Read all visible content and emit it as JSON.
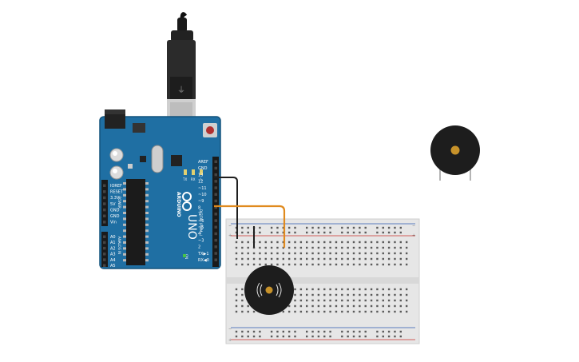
{
  "colors": {
    "board": "#1f6fa3",
    "board_dark": "#14547d",
    "breadboard": "#e6e6e6",
    "rail_red": "#c8302a",
    "rail_blue": "#2a58b0",
    "wire_orange": "#e08a1e",
    "wire_black": "#1f1f1f",
    "buzzer_body": "#1d1d1d",
    "buzzer_center": "#c7922a"
  },
  "arduino": {
    "brand": "ARDUINO",
    "model": "UNO",
    "power_header_labels": [
      "IOREF",
      "RESET",
      "3.3V",
      "5V",
      "GND",
      "GND",
      "Vin"
    ],
    "power_section_label": "POWER",
    "analog_header_labels": [
      "A0",
      "A1",
      "A2",
      "A3",
      "A4",
      "A5"
    ],
    "analog_section_label": "ANALOG IN",
    "digital_header_labels": [
      "AREF",
      "GND",
      "13",
      "12",
      "~11",
      "~10",
      "~9",
      "8",
      "7",
      "~6",
      "~5",
      "4",
      "~3",
      "2",
      "TX▶1",
      "RX◀0"
    ],
    "digital_section_label": "DIGITAL (PWM~)",
    "led_labels": [
      "TX",
      "RX",
      "L"
    ],
    "on_label": "ON"
  },
  "breadboard": {
    "rail_minus": "−",
    "rail_plus": "+"
  },
  "components": {
    "buzzer_on_board": "piezo-buzzer",
    "loose_buzzer": "piezo-buzzer"
  }
}
